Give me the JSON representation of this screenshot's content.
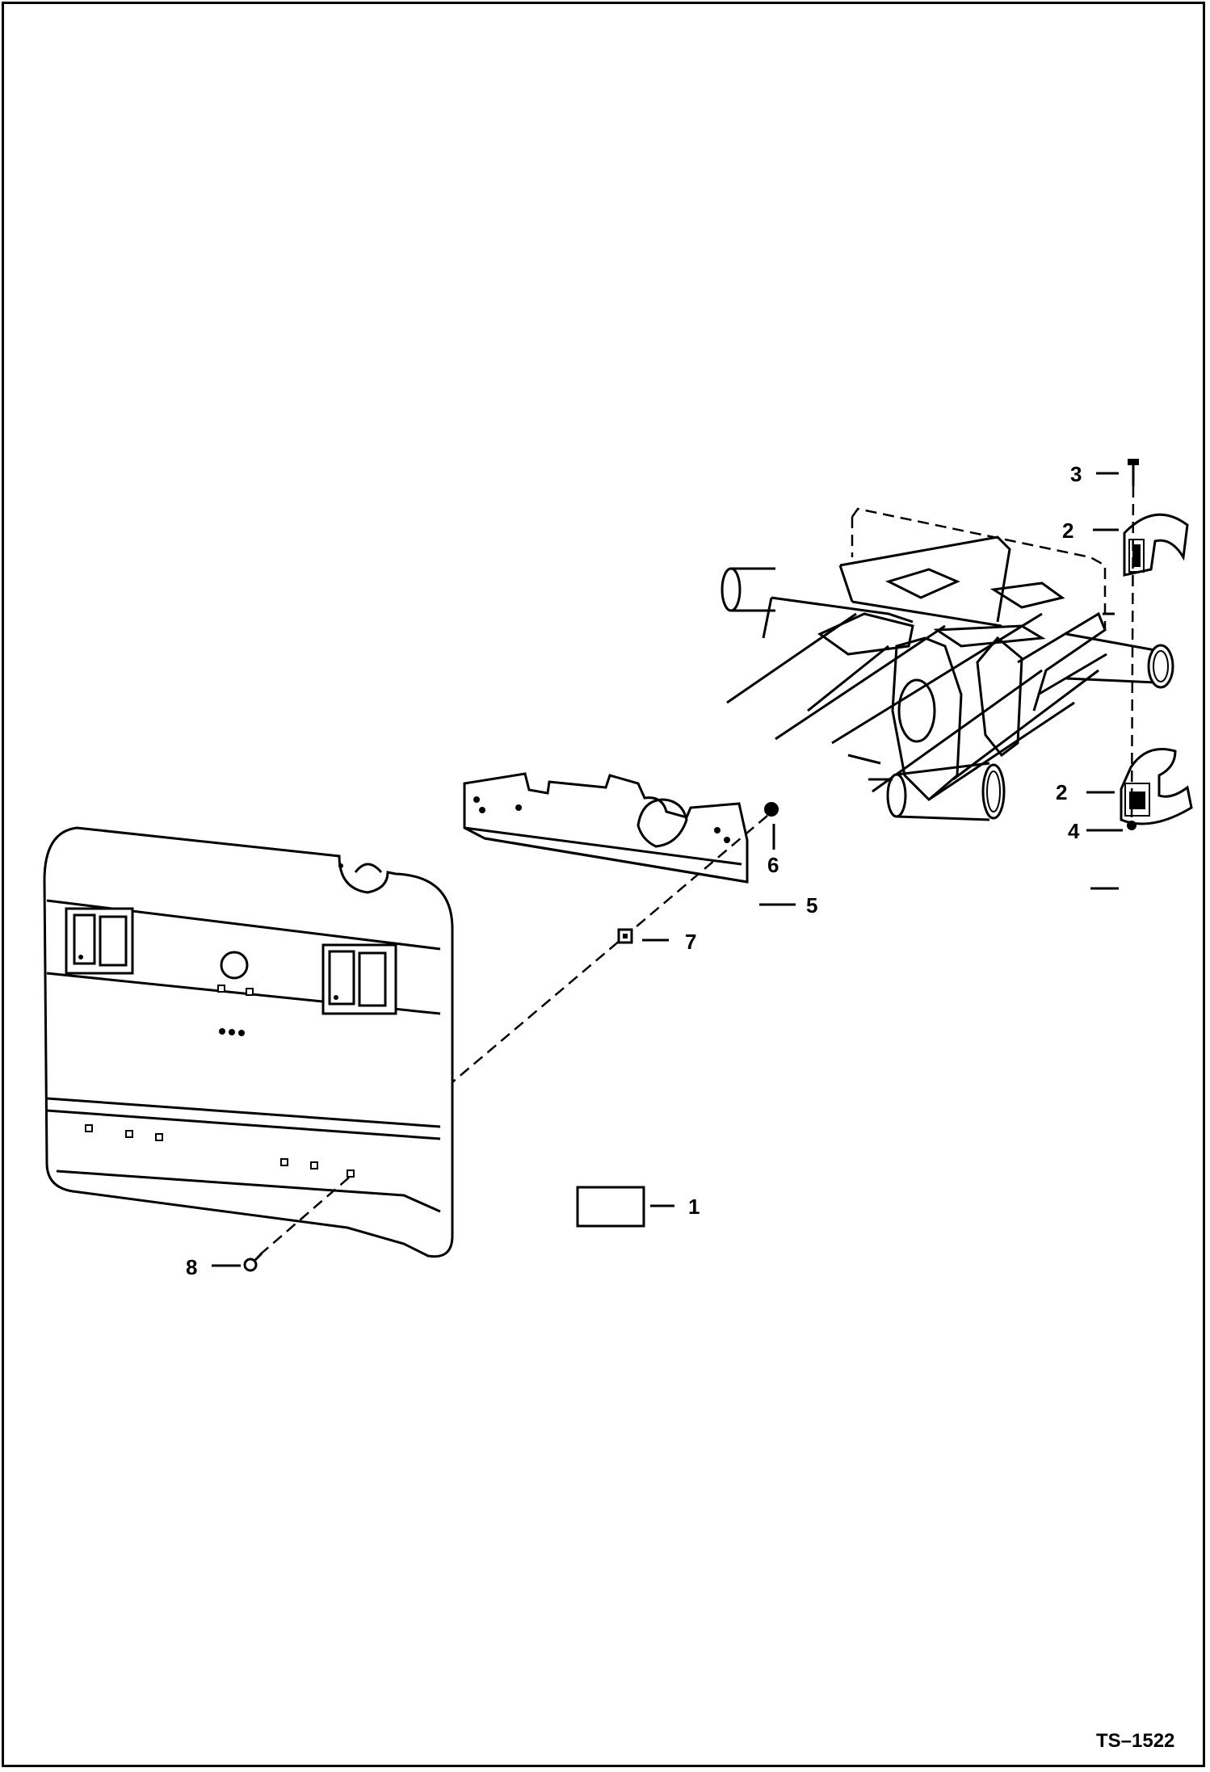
{
  "callouts": {
    "c1": "1",
    "c2a": "2",
    "c2b": "2",
    "c3": "3",
    "c4": "4",
    "c5": "5",
    "c6": "6",
    "c7": "7",
    "c8": "8"
  },
  "figure_id": "TS–1522"
}
